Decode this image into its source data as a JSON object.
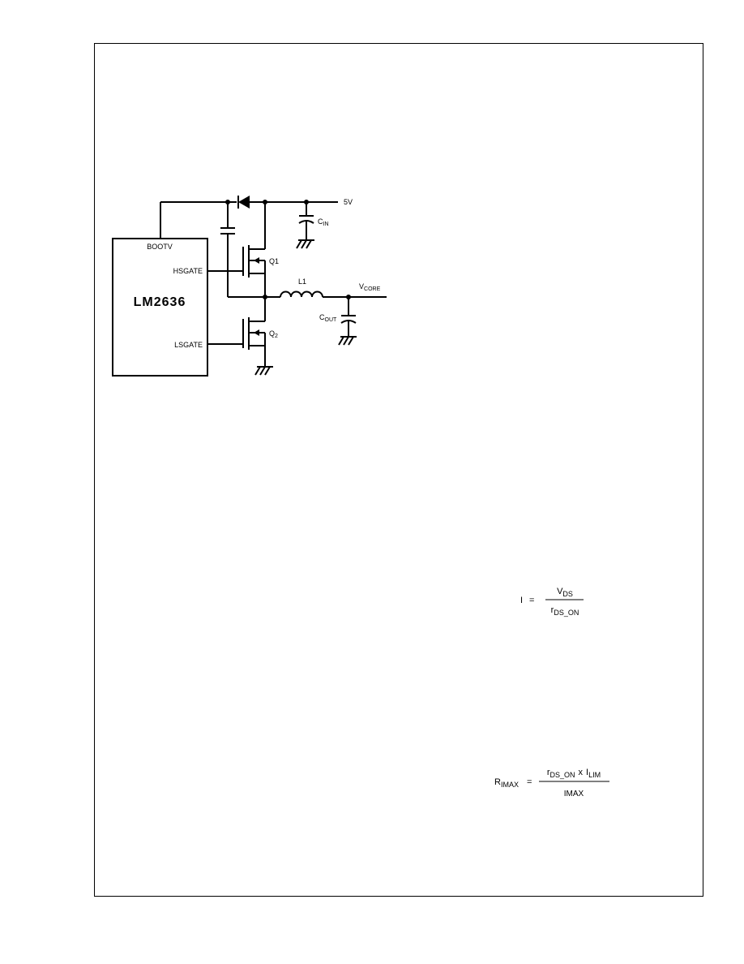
{
  "schematic": {
    "ic_name": "LM2636",
    "pins": {
      "boot": "BOOTV",
      "hsgate": "HSGATE",
      "lsgate": "LSGATE"
    },
    "supply_label": "5V",
    "cin": {
      "main": "C",
      "sub": "IN"
    },
    "q1": "Q1",
    "q2": {
      "main": "Q",
      "sub": "2"
    },
    "inductor": "L1",
    "vcore": {
      "main": "V",
      "sub": "CORE"
    },
    "cout": {
      "main": "C",
      "sub": "OUT"
    }
  },
  "equations": {
    "eq1": {
      "lhs": "I",
      "op": "=",
      "num": {
        "main": "V",
        "sub": "DS"
      },
      "den": {
        "main": "r",
        "sub": "DS_ON"
      }
    },
    "eq2": {
      "lhs": {
        "main": "R",
        "sub": "IMAX"
      },
      "op": "=",
      "num": {
        "main": "r",
        "sub": "DS_ON",
        "times": "x",
        "main2": "I",
        "sub2": "LIM"
      },
      "den": "IMAX"
    }
  }
}
